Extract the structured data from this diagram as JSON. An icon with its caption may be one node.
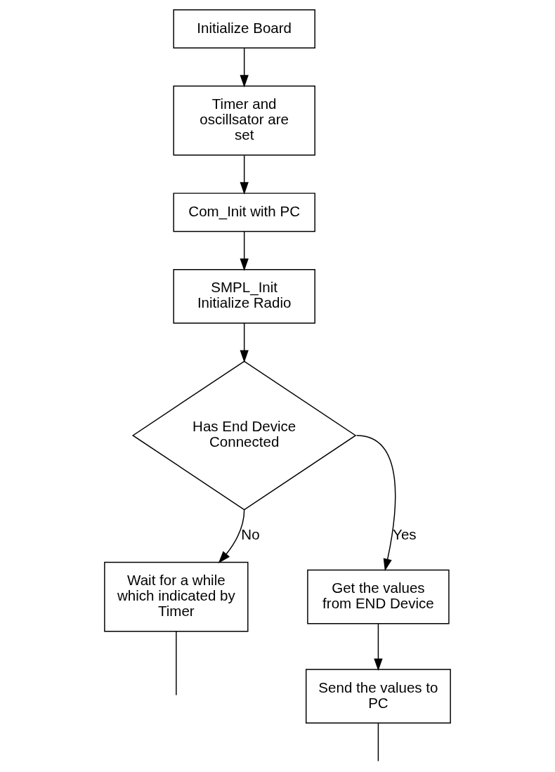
{
  "diagram": {
    "nodes": [
      {
        "text": [
          "Initialize Board"
        ]
      },
      {
        "text": [
          "Timer and oscillsator are set"
        ]
      },
      {
        "text": [
          "Com_Init with PC"
        ]
      },
      {
        "text": [
          "SMPL_Init Initialize Radio"
        ]
      },
      {
        "text": [
          "Has End Device Connected"
        ]
      },
      {
        "text": [
          "Get the values from END Device"
        ]
      },
      {
        "text": [
          "Send the values to PC"
        ]
      },
      {
        "text": [
          "Wait for a while which indicated by Timer"
        ]
      }
    ],
    "edges": [
      {
        "from": 0,
        "to": 1,
        "arrow": "to"
      },
      {
        "from": 1,
        "to": 2,
        "arrow": "to"
      },
      {
        "from": 2,
        "to": 3,
        "arrow": "to"
      },
      {
        "from": 3,
        "to": 4,
        "arrow": "to"
      },
      {
        "from": 4,
        "to": 5,
        "arrow": "to",
        "label": "Yes"
      },
      {
        "from": 5,
        "to": 6,
        "arrow": "to"
      },
      {
        "from": 4,
        "to": 7,
        "arrow": "to",
        "label": "No"
      },
      {
        "from": 7,
        "to": null,
        "arrow": "none"
      },
      {
        "from": 6,
        "to": null,
        "arrow": "none"
      }
    ]
  }
}
